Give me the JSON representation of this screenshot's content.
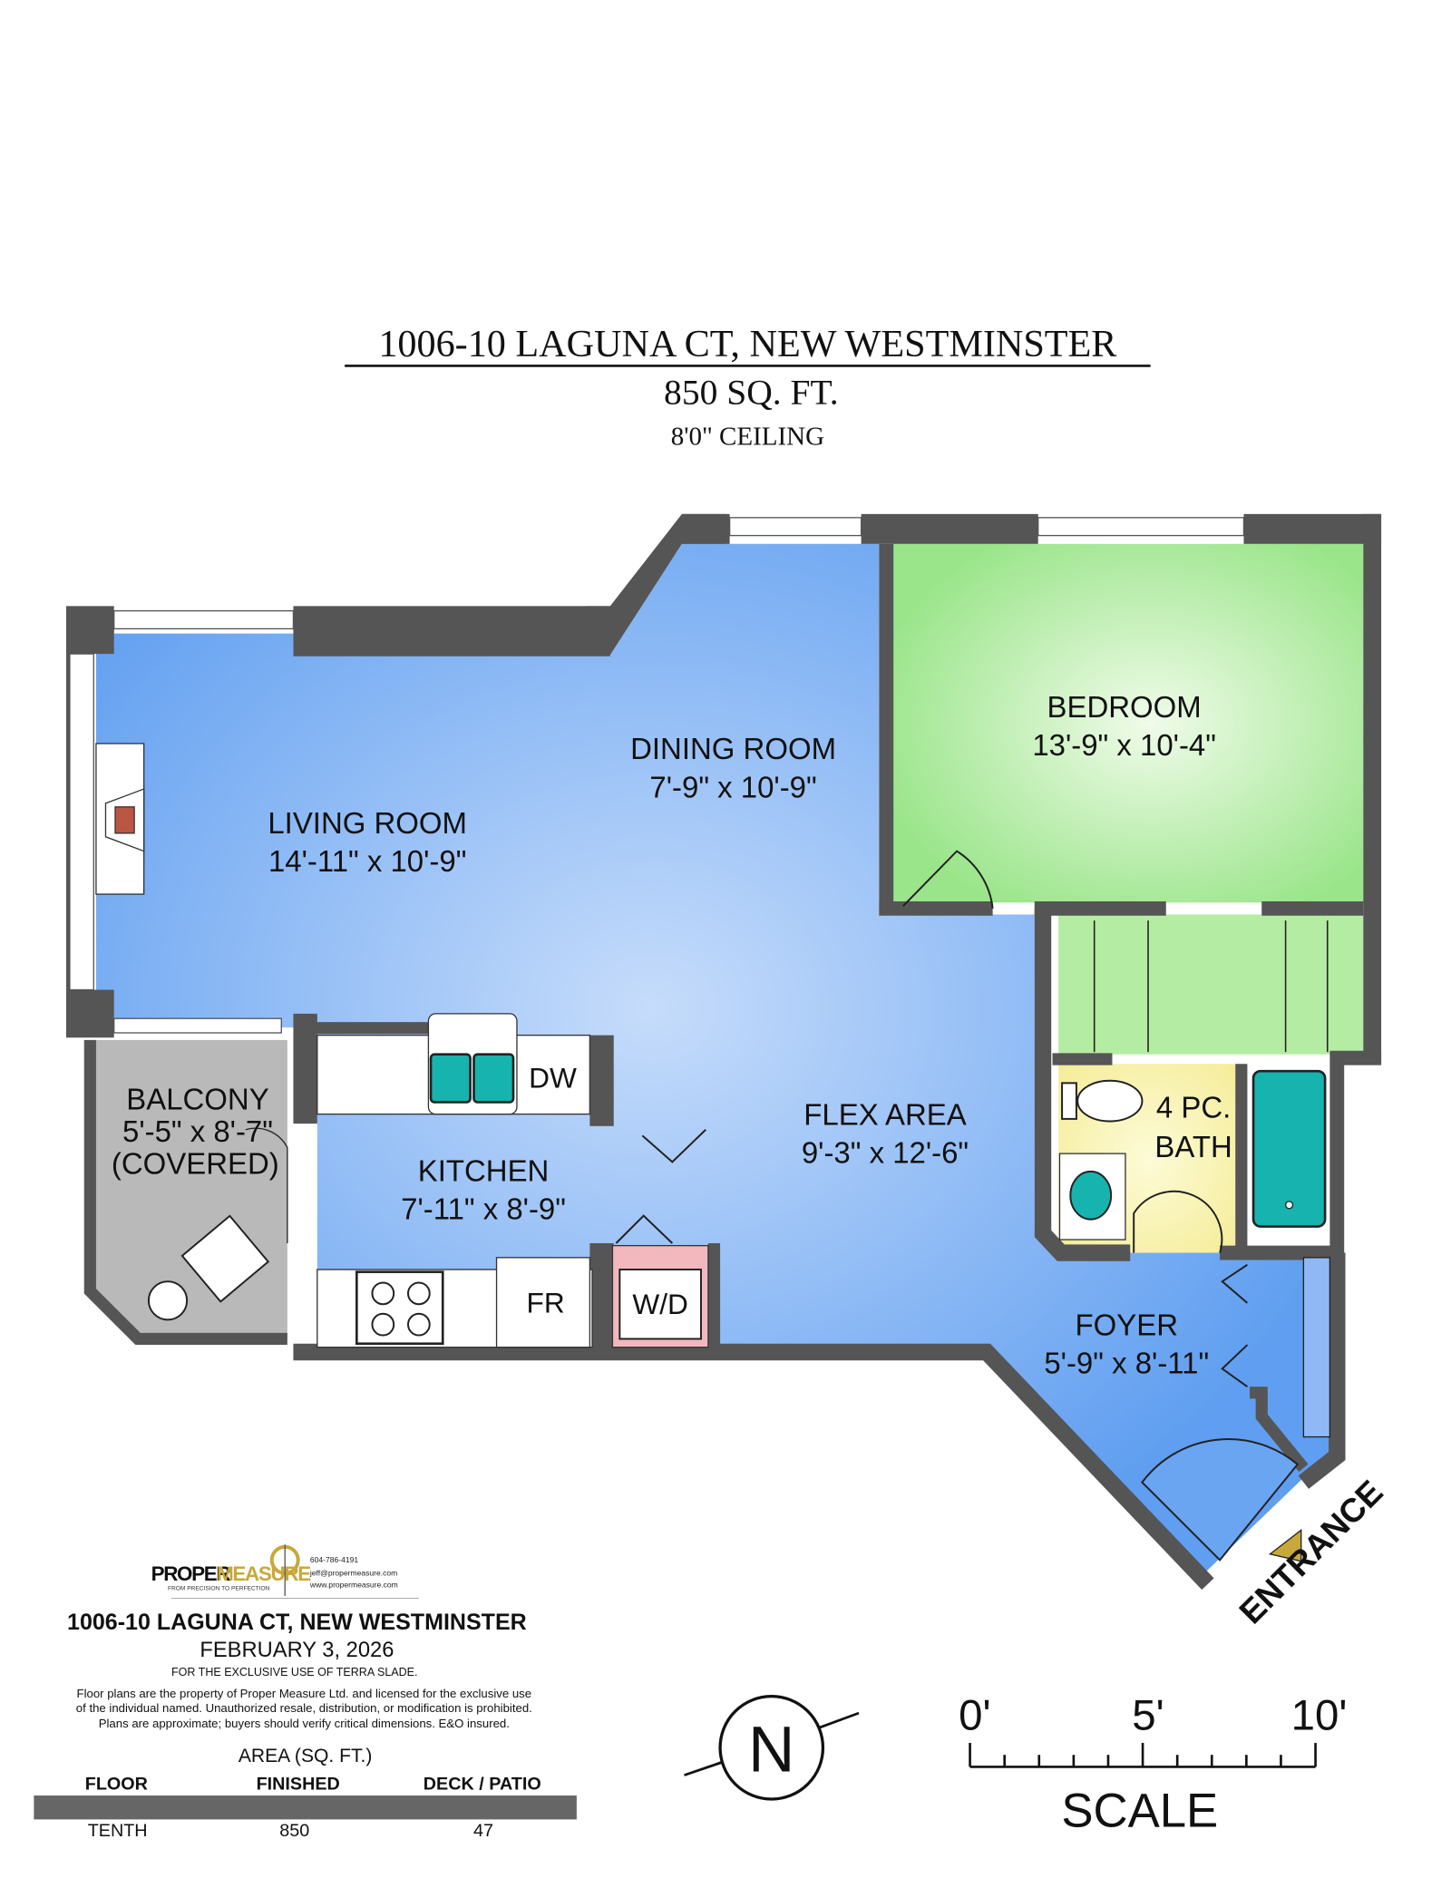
{
  "header": {
    "address": "1006-10 LAGUNA CT, NEW WESTMINSTER",
    "area": "850 SQ. FT.",
    "ceiling": "8'0\" CEILING"
  },
  "rooms": [
    {
      "name": "LIVING ROOM",
      "dims": "14'-11\" x 10'-9\""
    },
    {
      "name": "DINING ROOM",
      "dims": "7'-9\" x 10'-9\""
    },
    {
      "name": "BEDROOM",
      "dims": "13'-9\" x 10'-4\""
    },
    {
      "name": "KITCHEN",
      "dims": "7'-11\" x 8'-9\""
    },
    {
      "name": "FLEX AREA",
      "dims": "9'-3\" x 12'-6\""
    },
    {
      "name": "FOYER",
      "dims": "5'-9\" x 8'-11\""
    },
    {
      "name": "BALCONY",
      "dims": "5'-5\" x 8'-7\"",
      "note": "(COVERED)"
    },
    {
      "name_line1": "4 PC.",
      "name_line2": "BATH"
    }
  ],
  "fixtures": {
    "dishwasher": "DW",
    "fridge": "FR",
    "washer_dryer": "W/D"
  },
  "entrance": "ENTRANCE",
  "colors": {
    "main_floor": "#8fb8f5",
    "bedroom": "#aeeaa0",
    "bath": "#f7f0a6",
    "balcony": "#b9b9b9",
    "walls": "#555555",
    "tub": "#17b3ae",
    "laundry": "#f2b8be",
    "logo_gold": "#c8a83a"
  },
  "logo": {
    "brand_part1": "PROPER",
    "brand_part2": "MEASURE",
    "tagline": "FROM PRECISION TO PERFECTION",
    "phone": "604-786-4191",
    "email": "jeff@propermeasure.com",
    "website": "www.propermeasure.com"
  },
  "footer": {
    "address": "1006-10 LAGUNA CT, NEW WESTMINSTER",
    "date": "FEBRUARY 3, 2026",
    "exclusive": "FOR THE EXCLUSIVE USE OF TERRA SLADE.",
    "disclaimer": [
      "Floor plans are the property of Proper Measure Ltd. and licensed for the exclusive use",
      "of the individual named. Unauthorized resale, distribution, or modification is prohibited.",
      "Plans are approximate; buyers should verify critical dimensions. E&O insured."
    ],
    "table": {
      "title": "AREA (SQ. FT.)",
      "headers": [
        "FLOOR",
        "FINISHED",
        "DECK / PATIO"
      ],
      "rows": [
        [
          "TENTH",
          "850",
          "47"
        ]
      ]
    }
  },
  "compass": {
    "label": "N"
  },
  "scale": {
    "ticks": [
      "0'",
      "5'",
      "10'"
    ],
    "label": "SCALE"
  }
}
